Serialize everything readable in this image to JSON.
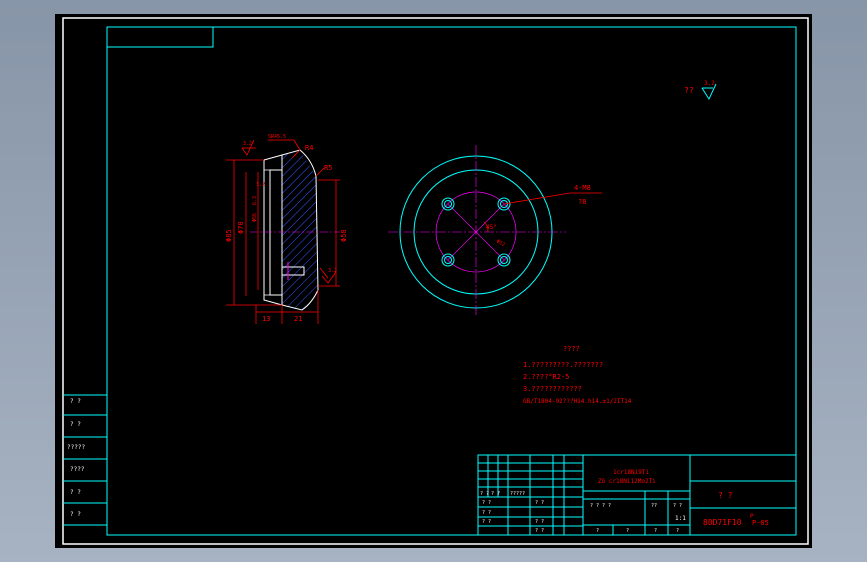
{
  "drawing": {
    "roughness_general": "??",
    "roughness_general_value": "3.2",
    "side_view": {
      "dims": {
        "d85": "Φ85",
        "d70": "Φ70",
        "d58": "Φ58",
        "d56": "Φ56",
        "r4": "R4",
        "r5": "R5",
        "w13": "13",
        "w21": "21",
        "sr": "SR45.5",
        "r63": "6.3",
        "r32a": "3.2",
        "r32b": "3.2",
        "r32c": "3.2"
      }
    },
    "front_view": {
      "callout_thread": "4-M8",
      "callout_depth": "?8",
      "angle": "45°",
      "pcd": "Φ52"
    },
    "notes": {
      "title": "????",
      "lines": [
        "1.?????????.???????",
        "2.????°R2-5",
        "3.????????????",
        "  GB/T1804-92???H14.h14.±1/2IT14"
      ]
    },
    "title_block": {
      "material_line1": "1cr18Ni9Ti",
      "material_line2": "ZG  cr18Ni12Mo2Ti",
      "part_name": "?    ?",
      "drawing_no": "80D71F10",
      "drawing_no_suffix": "P-05",
      "drawing_no_p": "P",
      "scale": "1:1",
      "row_labels": [
        "? ?",
        "? ?",
        "?????",
        "????",
        "? ?",
        "? ?"
      ],
      "sig_cells": [
        "? ?",
        "? ?",
        "?????",
        "? ?",
        "? ?",
        "? ?",
        "? ?",
        "? ?",
        "? ?"
      ],
      "stage_labels": [
        "? ? ? ?",
        "??",
        "? ?"
      ],
      "bottom_labels": [
        "?",
        "?",
        "?",
        "?"
      ]
    }
  }
}
